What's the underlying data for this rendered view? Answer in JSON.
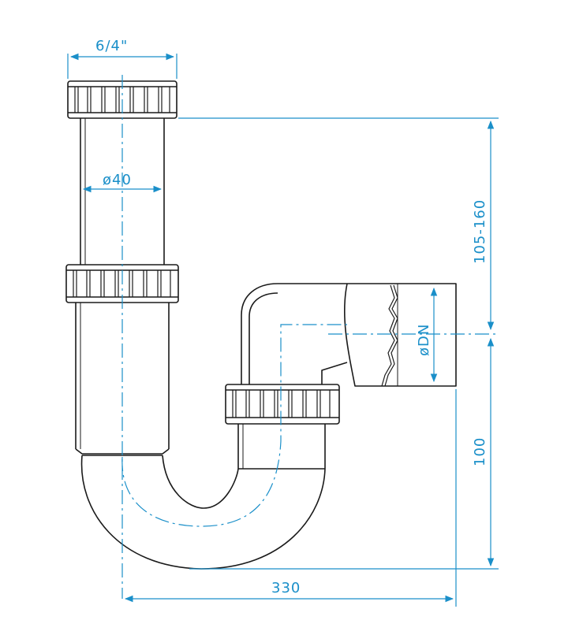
{
  "colors": {
    "outline": "#1a1a1a",
    "dimension": "#1a8fc9",
    "background": "#ffffff"
  },
  "labels": {
    "thread": "6/4\"",
    "tube_diameter": "ø40",
    "height_top": "105-160",
    "outlet_diameter": "øDN",
    "height_bottom": "100",
    "width": "330"
  }
}
